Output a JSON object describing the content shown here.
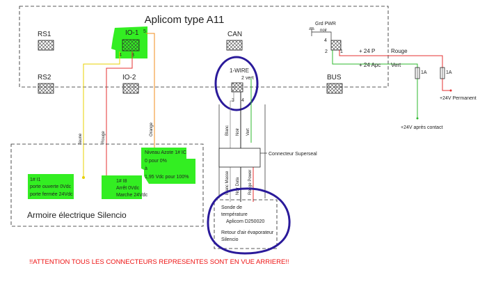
{
  "title": "Aplicom type A11",
  "connectors": {
    "rs1": "RS1",
    "rs2": "RS2",
    "io1": "IO-1",
    "io2": "IO-2",
    "can": "CAN",
    "bus": "BUS",
    "onewire": "1-WIRE",
    "gnd_pwr": "Grd PWR"
  },
  "pins": {
    "io1_5": "5",
    "io1_4": "4",
    "io1_3": "3",
    "pwr_4": "4",
    "pwr_2": "2",
    "pwr_1": "1",
    "ow_2": "2",
    "ow_3": "3",
    "ow_4": "4"
  },
  "wire_labels": {
    "noir_top": "noir",
    "jaune": "Jaune",
    "rouge": "Rouge",
    "orange": "Orange",
    "blanc": "Blanc",
    "noir": "Noir",
    "vert": "Vert",
    "vert_top": "vert",
    "rouge_right": "Rouge",
    "vert_right": "Vert",
    "p24": "+ 24 P",
    "apc24": "+ 24 Apc",
    "fuse1": "1A",
    "fuse2": "1A",
    "permanent": "+24V Permanent",
    "apres_contact": "+24V après contact",
    "connecteur": "Connecteur Superseal",
    "blanc_masse": "Blanc Masse",
    "noir_data": "Noir Data",
    "rouge_power": "Rouge Power"
  },
  "boxes": {
    "i1_title": "1# I1",
    "i1_line1": "porte ouverte 0Vdc",
    "i1_line2": "porte fermée 24Vdc",
    "i8_title": "1# I8",
    "i8_line1": "Arrêt 0Vdc",
    "i8_line2": "Marche 24Vdc",
    "azote_line1": "Niveau Azote 1# IC",
    "azote_line2": "0 pour 0%",
    "azote_line3": "à",
    "azote_line4": "1,95 Vdc pour 100%",
    "armoire": "Armoire électrique Silencio",
    "sonde_line1": "Sonde de",
    "sonde_line2": "température",
    "sonde_line3": "Aplicom D250020",
    "sonde_line4": "Retour d'air évaporateur",
    "sonde_line5": "Silencio"
  },
  "warning": "!!ATTENTION TOUS LES CONNECTEURS REPRESENTES SONT EN VUE ARRIERE!!",
  "colors": {
    "highlight": "#33ee22",
    "jaune": "#e8d000",
    "rouge": "#e53030",
    "orange": "#f08c1e",
    "vert": "#2eb82e",
    "circle": "#2a1a9a",
    "warning": "#ee1111"
  }
}
